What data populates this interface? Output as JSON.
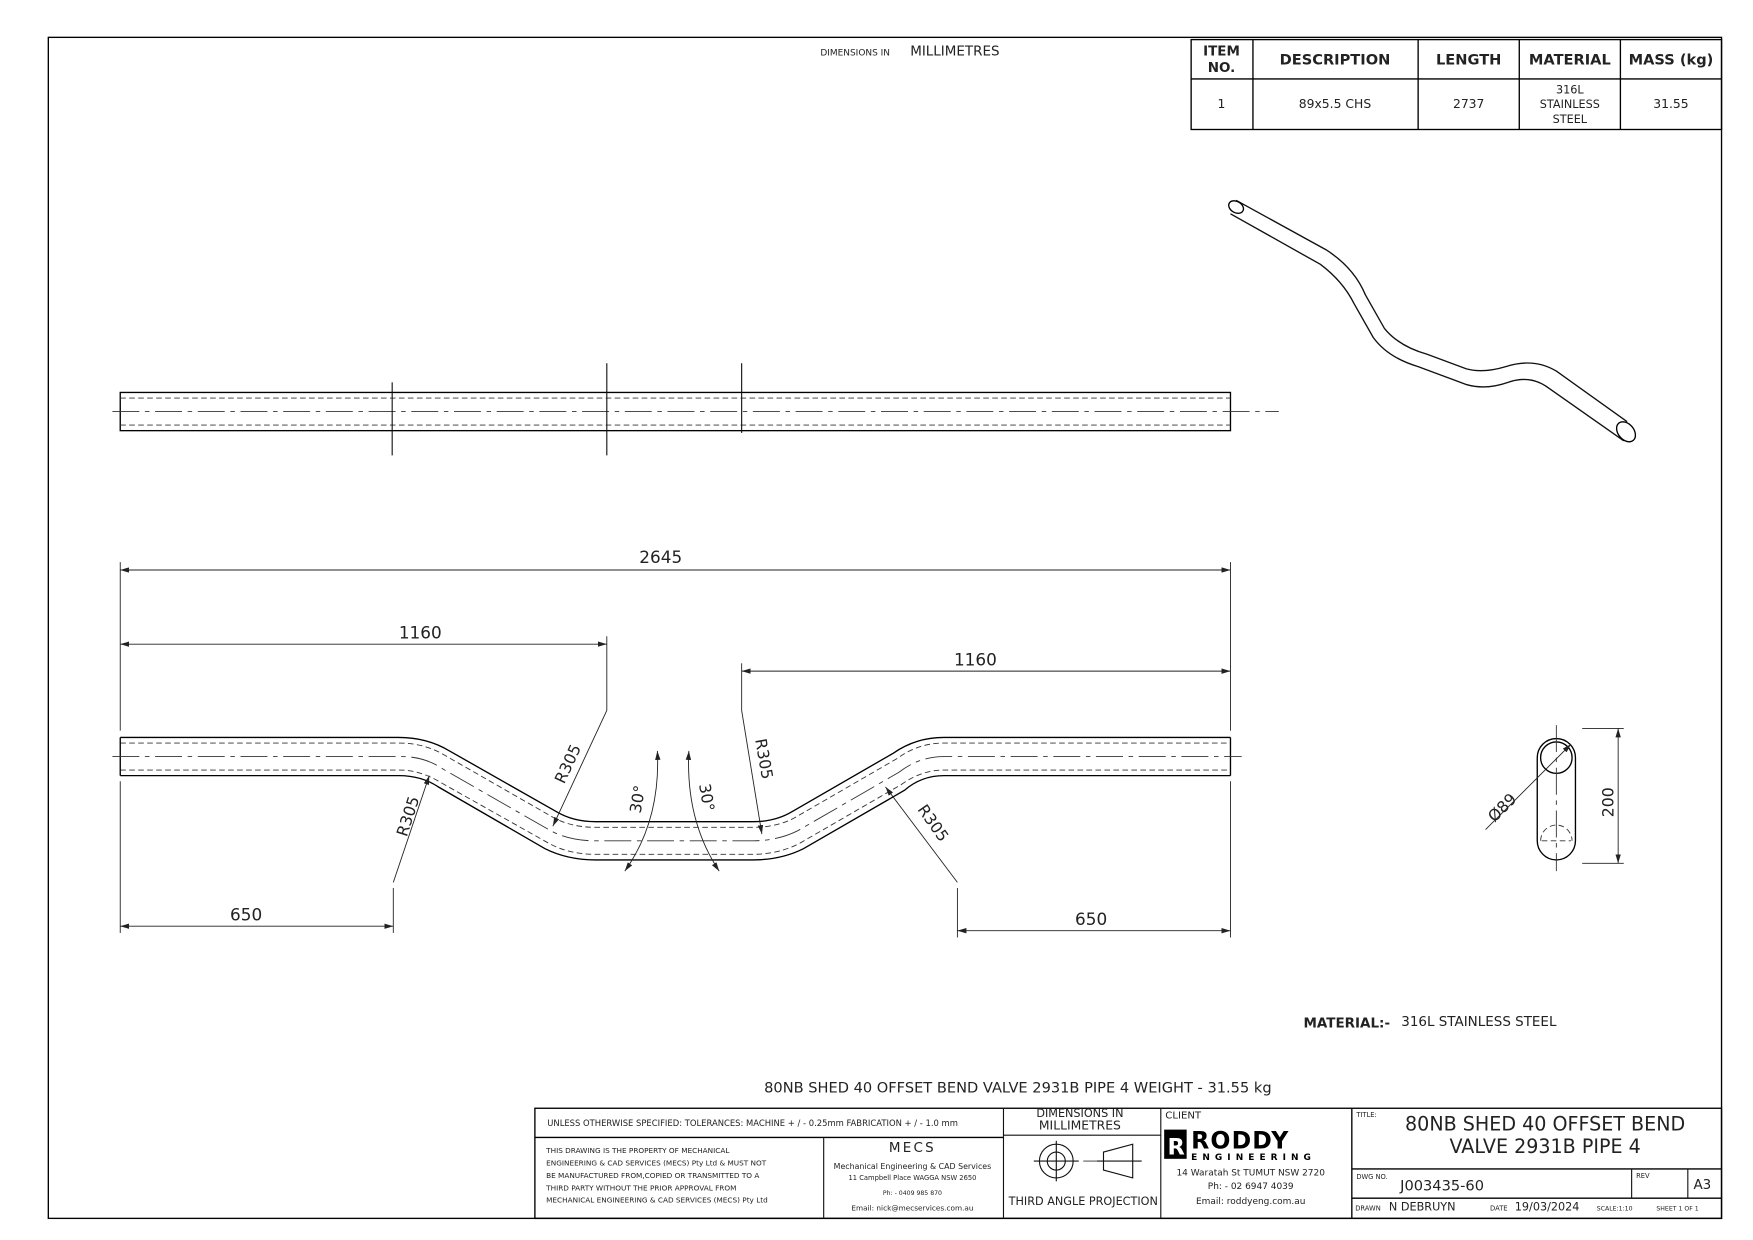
{
  "header": {
    "dims_small": "DIMENSIONS IN",
    "dims_units": "MILLIMETRES"
  },
  "bom": {
    "headers": [
      "ITEM",
      "NO.",
      "DESCRIPTION",
      "LENGTH",
      "MATERIAL",
      "MASS (kg)"
    ],
    "row": {
      "item": "1",
      "description": "89x5.5 CHS",
      "length": "2737",
      "material": [
        "316L",
        "STAINLESS",
        "STEEL"
      ],
      "mass": "31.55"
    }
  },
  "dimensions": {
    "overall": "2645",
    "left_1160": "1160",
    "right_1160": "1160",
    "left_650": "650",
    "right_650": "650",
    "r1": "R305",
    "r2": "R305",
    "r3": "R305",
    "r4": "R305",
    "a1": "30°",
    "a2": "30°",
    "diameter": "Ø89",
    "height": "200"
  },
  "material_note": {
    "label": "MATERIAL:-",
    "value": "316L STAINLESS STEEL"
  },
  "weight_note": "80NB SHED 40 OFFSET BEND VALVE 2931B PIPE 4 WEIGHT -    31.55 kg",
  "title_block": {
    "tolerances": "UNLESS OTHERWISE SPECIFIED: TOLERANCES: MACHINE + / - 0.25mm  FABRICATION + / - 1.0 mm",
    "dims_in": "DIMENSIONS IN",
    "dims_units": "MILLIMETRES",
    "property_lines": [
      "THIS DRAWING IS THE PROPERTY OF MECHANICAL",
      "ENGINEERING & CAD SERVICES (MECS) Pty Ltd & MUST NOT",
      "BE MANUFACTURED FROM,COPIED OR TRANSMITTED TO A",
      "THIRD PARTY WITHOUT THE PRIOR APPROVAL FROM",
      "MECHANICAL ENGINEERING & CAD SERVICES (MECS) Pty Ltd"
    ],
    "mecs": {
      "logo": "MECS",
      "name": "Mechanical Engineering & CAD Services",
      "address": "11 Campbell Place WAGGA NSW 2650",
      "phone": "Ph: - 0409 985 870",
      "email": "Email: nick@mecservices.com.au"
    },
    "projection": "THIRD ANGLE PROJECTION",
    "client_label": "CLIENT",
    "client": {
      "logo_main": "RODDY",
      "logo_sub": "ENGINEERING",
      "address": "14 Waratah St TUMUT NSW 2720",
      "phone": "Ph: - 02 6947 4039",
      "email": "Email: roddyeng.com.au"
    },
    "title_label": "TITLE:",
    "title_lines": [
      "80NB SHED 40 OFFSET BEND",
      "VALVE 2931B PIPE 4"
    ],
    "dwg_label": "DWG NO.",
    "dwg_no": "J003435-60",
    "rev_label": "REV",
    "size": "A3",
    "drawn_label": "DRAWN",
    "drawn_by": "N DEBRUYN",
    "date_label": "DATE",
    "date": "19/03/2024",
    "scale": "SCALE:1:10",
    "sheet": "SHEET 1 OF 1"
  }
}
